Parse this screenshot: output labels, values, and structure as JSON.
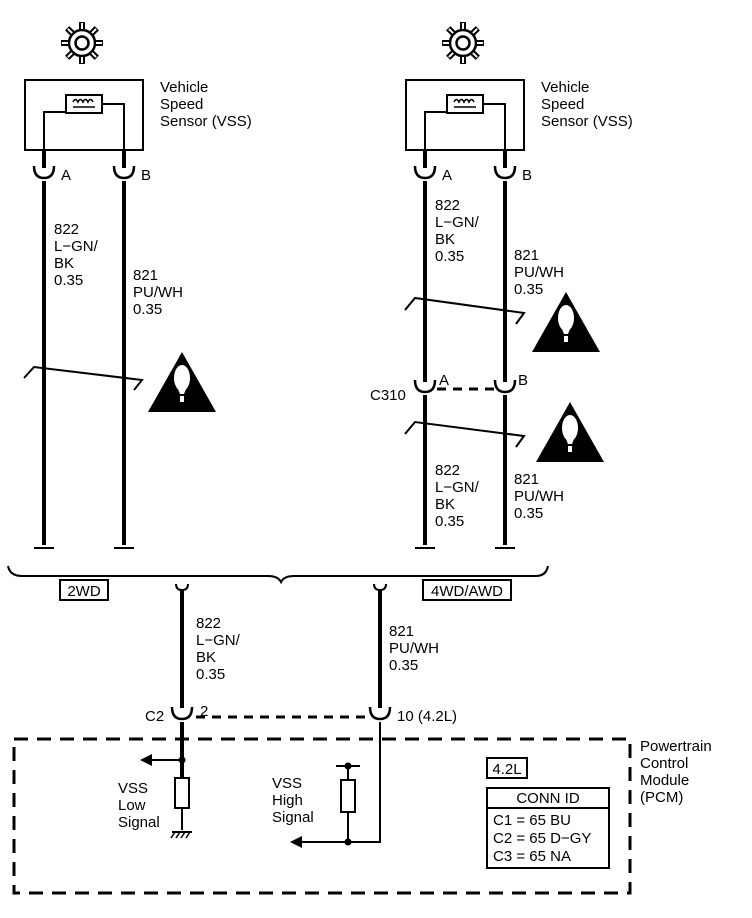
{
  "sensors": [
    {
      "name_lines": [
        "Vehicle",
        "Speed",
        "Sensor (VSS)"
      ],
      "pin_a": "A",
      "pin_b": "B"
    },
    {
      "name_lines": [
        "Vehicle",
        "Speed",
        "Sensor (VSS)"
      ],
      "pin_a": "A",
      "pin_b": "B"
    }
  ],
  "wires": {
    "left_a": [
      "822",
      "L−GN/",
      "BK",
      "0.35"
    ],
    "left_b": [
      "821",
      "PU/WH",
      "0.35"
    ],
    "right_a_top": [
      "822",
      "L−GN/",
      "BK",
      "0.35"
    ],
    "right_b_top": [
      "821",
      "PU/WH",
      "0.35"
    ],
    "right_a_bottom": [
      "822",
      "L−GN/",
      "BK",
      "0.35"
    ],
    "right_b_bottom": [
      "821",
      "PU/WH",
      "0.35"
    ],
    "pcm_low": [
      "822",
      "L−GN/",
      "BK",
      "0.35"
    ],
    "pcm_high": [
      "821",
      "PU/WH",
      "0.35"
    ]
  },
  "connectors": {
    "c310": {
      "id": "C310",
      "pin_a": "A",
      "pin_b": "B"
    },
    "c2": {
      "id": "C2",
      "pin_low": "2",
      "pin_high": "10 (4.2L)"
    }
  },
  "options": {
    "left": "2WD",
    "right": "4WD/AWD"
  },
  "pcm": {
    "name_lines": [
      "Powertrain",
      "Control",
      "Module",
      "(PCM)"
    ],
    "low_signal": [
      "VSS",
      "Low",
      "Signal"
    ],
    "high_signal": [
      "VSS",
      "High",
      "Signal"
    ],
    "engine_tag": "4.2L",
    "conn_table": {
      "header": "CONN ID",
      "rows": [
        "C1 = 65 BU",
        "C2 = 65 D−GY",
        "C3 = 65 NA"
      ]
    }
  }
}
